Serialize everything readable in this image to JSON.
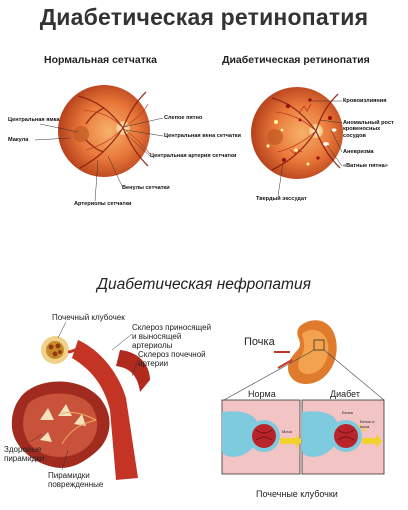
{
  "title": "Диабетическая ретинопатия",
  "retina": {
    "normal_title": "Нормальная сетчатка",
    "diabetic_title": "Диабетическая ретинопатия",
    "normal_labels": {
      "central_fovea": "Центральная ямка",
      "macula": "Макула",
      "blind_spot": "Слепое пятно",
      "central_vein": "Центральная вена сетчатки",
      "central_artery": "Центральная артерия сетчатки",
      "venules": "Венулы сетчатки",
      "arterioles": "Артериолы сетчатки"
    },
    "diabetic_labels": {
      "hemorrhages": "Кровоизлияния",
      "abnormal_growth": "Аномальный рост кровеносных сосудов",
      "aneurysm": "Аневризма",
      "cotton_spots": "«Ватные пятна»",
      "hard_exudate": "Твердый экссудат"
    }
  },
  "nephropathy": {
    "title": "Диабетическая нефропатия",
    "labels": {
      "glomerulus": "Почечный клубочек",
      "afferent_sclerosis": "Склероз приносящей и выносящей артериолы",
      "renal_artery_sclerosis": "Склероз почечной артерии",
      "healthy_pyramids": "Здоровые пирамидки",
      "damaged_pyramids": "Пирамидки поврежденные"
    },
    "kidney_panel": {
      "kidney": "Почка",
      "norm": "Норма",
      "diabetes": "Диабет",
      "protein": "Мочa",
      "protein2": "Белок",
      "protein3": "Белок и моча",
      "caption": "Почечные клубочки"
    }
  }
}
